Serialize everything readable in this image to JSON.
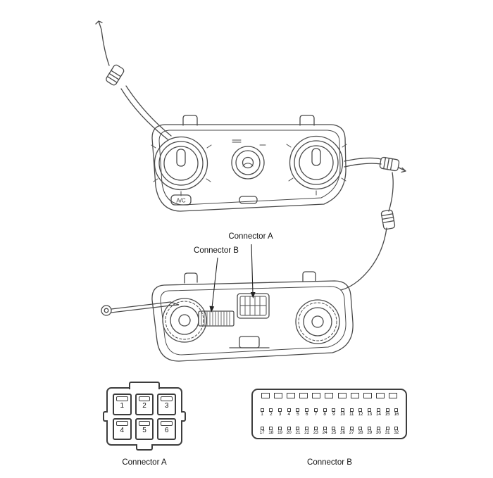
{
  "callouts": {
    "connector_a": "Connector A",
    "connector_b": "Connector B"
  },
  "front_panel": {
    "ac_button_label": "A/C"
  },
  "pinouts": {
    "connector_a": {
      "caption": "Connector A",
      "rows": [
        [
          "1",
          "2",
          "3"
        ],
        [
          "4",
          "5",
          "6"
        ]
      ]
    },
    "connector_b": {
      "caption": "Connector B",
      "rows": [
        [
          "1",
          "2",
          "3",
          "4",
          "5",
          "6",
          "7",
          "8",
          "9",
          "10",
          "11",
          "12",
          "13",
          "14",
          "15",
          "16"
        ],
        [
          "17",
          "18",
          "19",
          "20",
          "21",
          "22",
          "23",
          "24",
          "25",
          "26",
          "27",
          "28",
          "29",
          "30",
          "31",
          "32"
        ]
      ]
    }
  }
}
